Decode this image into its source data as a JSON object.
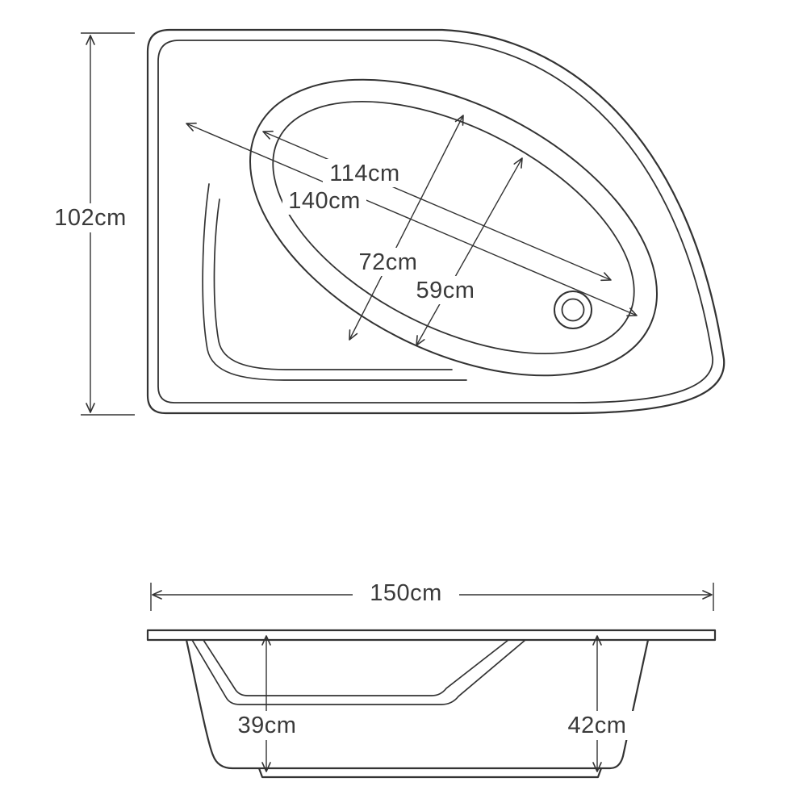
{
  "colors": {
    "line": "#333333",
    "text": "#3a3a3a",
    "background": "#ffffff"
  },
  "plan_view": {
    "overall_depth": "102cm",
    "basin_length_floor": "114cm",
    "basin_length_rim": "140cm",
    "basin_width_rim": "72cm",
    "basin_width_floor": "59cm"
  },
  "side_view": {
    "overall_width": "150cm",
    "depth_internal": "39cm",
    "height_overall": "42cm"
  }
}
